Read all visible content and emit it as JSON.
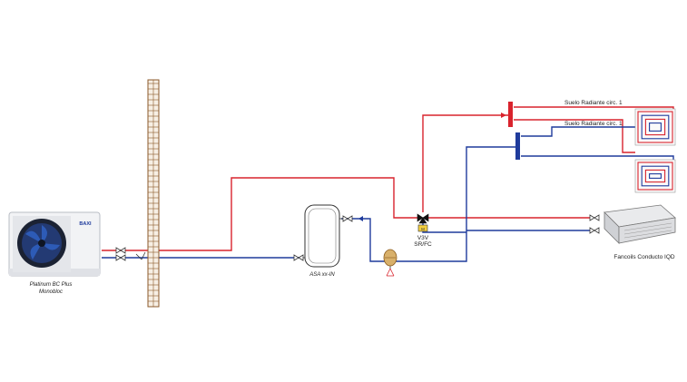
{
  "colors": {
    "supply": "#d9232d",
    "return": "#1f3b9c",
    "wall": "#8b5a2b",
    "background": "#ffffff"
  },
  "heat_pump": {
    "brand": "BAXI",
    "name_line1": "Platinum BC Plus",
    "name_line2": "Monobloc"
  },
  "tank": {
    "label": "ASA xx-IN"
  },
  "valve": {
    "line1": "V3V",
    "line2": "SR/FC"
  },
  "floor_circuit_1": {
    "label": "Suelo Radiante circ. 1"
  },
  "floor_circuit_2": {
    "label": "Suelo Radiante circ. 1"
  },
  "fancoil": {
    "label": "Fancoils Conducto IQD"
  }
}
